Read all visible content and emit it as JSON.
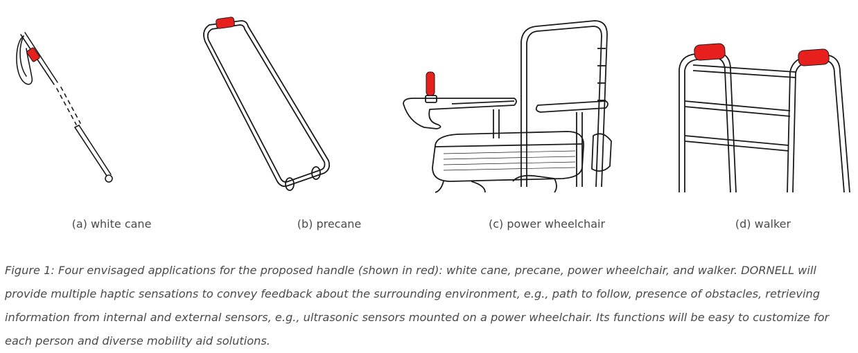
{
  "figure": {
    "subfigures": [
      {
        "label": "(a) white cane",
        "illustration": "white-cane-illustration"
      },
      {
        "label": "(b) precane",
        "illustration": "precane-illustration"
      },
      {
        "label": "(c) power wheelchair",
        "illustration": "power-wheelchair-illustration"
      },
      {
        "label": "(d) walker",
        "illustration": "walker-illustration"
      }
    ],
    "caption_prefix": "Figure 1:",
    "caption_text": "Four envisaged applications for the proposed handle (shown in red): white cane, precane, power wheelchair, and walker. DORNELL will provide multiple haptic sensations to convey feedback about the surrounding environment, e.g., path to follow, presence of obstacles, retrieving information from internal and external sensors, e.g., ultrasonic sensors mounted on a power wheelchair. Its functions will be easy to customize for each person and diverse mobility aid solutions."
  },
  "colors": {
    "handle": "#e8201d",
    "line": "#1a1a1a",
    "text": "#4a4a4a"
  }
}
